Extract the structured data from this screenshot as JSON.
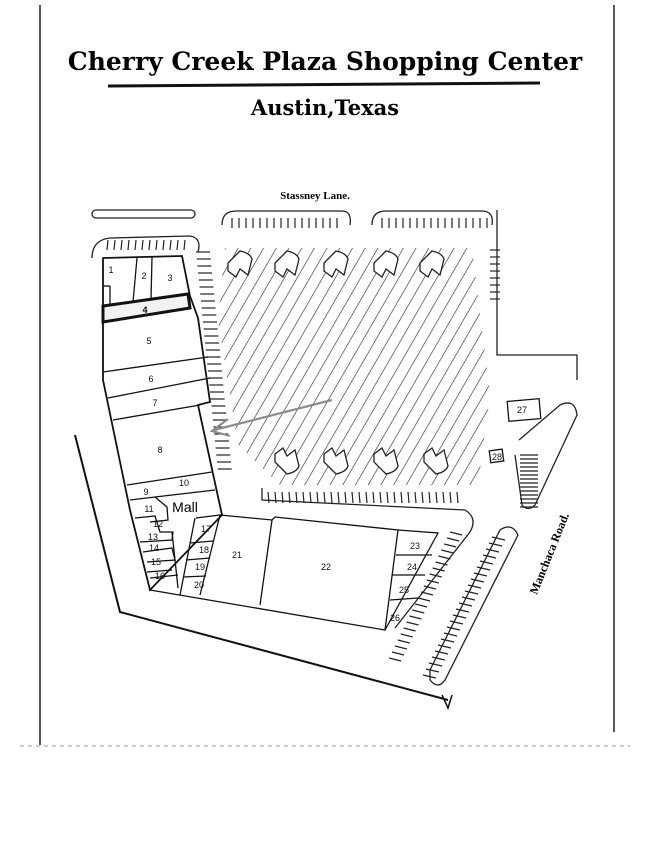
{
  "title": "Cherry Creek Plaza Shopping Center",
  "subtitle": "Austin,Texas",
  "roads": {
    "north": "Stassney Lane.",
    "east": "Manchaca Road."
  },
  "mall_label": "Mall",
  "units": [
    "1",
    "2",
    "3",
    "4",
    "5",
    "6",
    "7",
    "8",
    "9",
    "10",
    "11",
    "12",
    "13",
    "14",
    "15",
    "16",
    "17",
    "18",
    "19",
    "20",
    "21",
    "22",
    "23",
    "24",
    "25",
    "26",
    "27",
    "28"
  ],
  "highlighted_unit": "4",
  "colors": {
    "ink": "#111111",
    "arrow": "#8c8c8c"
  }
}
